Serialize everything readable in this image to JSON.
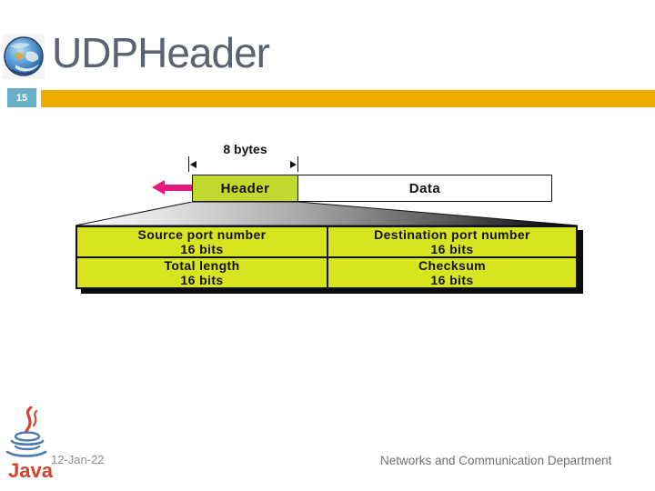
{
  "header": {
    "title": "UDPHeader",
    "slide_number": "15"
  },
  "diagram": {
    "byte_width_label": "8 bytes",
    "header_label": "Header",
    "data_label": "Data",
    "fields": [
      {
        "name": "Source port number",
        "size": "16 bits"
      },
      {
        "name": "Destination port number",
        "size": "16 bits"
      },
      {
        "name": "Total length",
        "size": "16 bits"
      },
      {
        "name": "Checksum",
        "size": "16 bits"
      }
    ]
  },
  "footer": {
    "date": "12-Jan-22",
    "department": "Networks and Communication Department",
    "java_label": "Java"
  },
  "colors": {
    "accent_bar": "#efab00",
    "slide_number_bg": "#68afc9",
    "title_text": "#5b6372",
    "header_box_fill": "#c1d82f",
    "table_cell_fill": "#d9e421",
    "arrow_pink": "#e3197e",
    "table_shadow": "#0a0a0a",
    "footer_text": "#7a7a7a",
    "java_red": "#d3412f",
    "java_blue": "#4a7ab5"
  }
}
